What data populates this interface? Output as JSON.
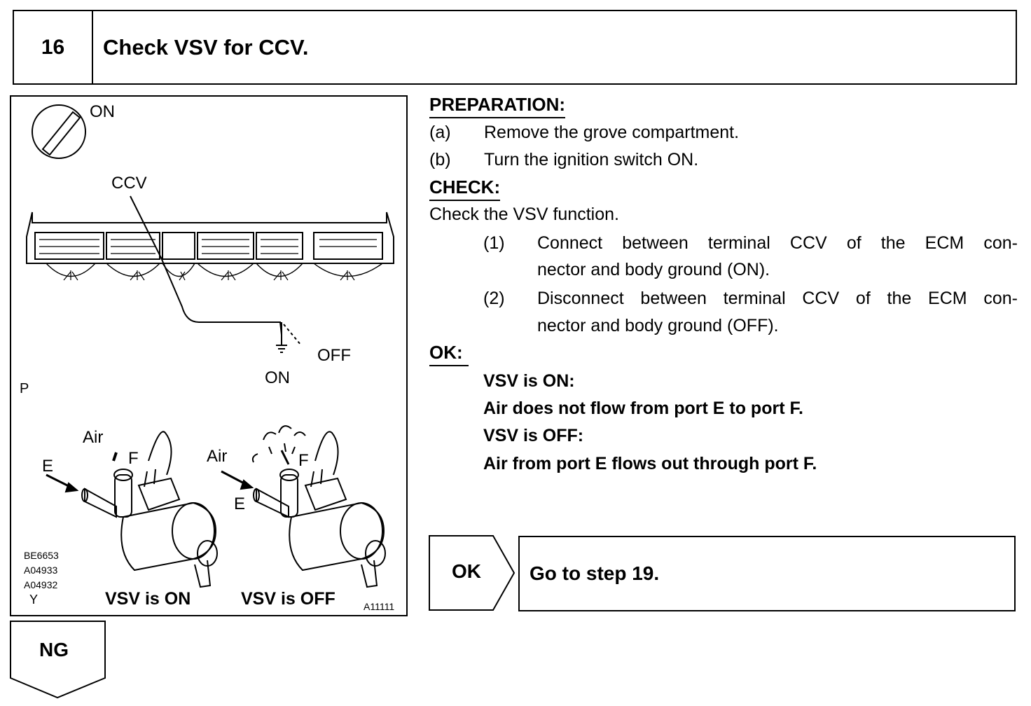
{
  "step": {
    "number": "16",
    "title": "Check VSV for CCV."
  },
  "figure": {
    "ignition_label": "ON",
    "terminal_label": "CCV",
    "switch_off_label": "OFF",
    "switch_on_label": "ON",
    "corner_p": "P",
    "left_valve": {
      "air_label": "Air",
      "port_e_label": "E",
      "port_f_label": "F",
      "caption": "VSV is ON"
    },
    "right_valve": {
      "air_label": "Air",
      "port_e_label": "E",
      "port_f_label": "F",
      "caption": "VSV is OFF"
    },
    "ref_codes": [
      "BE6653",
      "A04933",
      "A04932"
    ],
    "corner_y": "Y",
    "figure_code": "A11111"
  },
  "preparation": {
    "heading": "PREPARATION:",
    "items": [
      {
        "marker": "(a)",
        "text": "Remove the grove compartment."
      },
      {
        "marker": "(b)",
        "text": "Turn the ignition switch ON."
      }
    ]
  },
  "check": {
    "heading": "CHECK:",
    "intro": "Check the VSV function.",
    "steps": [
      {
        "marker": "(1)",
        "line1": "Connect between terminal CCV of the ECM con-",
        "line2": "nector and body ground (ON)."
      },
      {
        "marker": "(2)",
        "line1": "Disconnect between terminal CCV of the ECM con-",
        "line2": "nector and body ground (OFF)."
      }
    ]
  },
  "ok": {
    "heading": "OK:",
    "lines": [
      "VSV is ON:",
      "Air does not flow from port E to port F.",
      "VSV is OFF:",
      "Air from port E flows out through port F."
    ]
  },
  "results": {
    "ok_label": "OK",
    "ok_action": "Go to step 19.",
    "ng_label": "NG"
  }
}
